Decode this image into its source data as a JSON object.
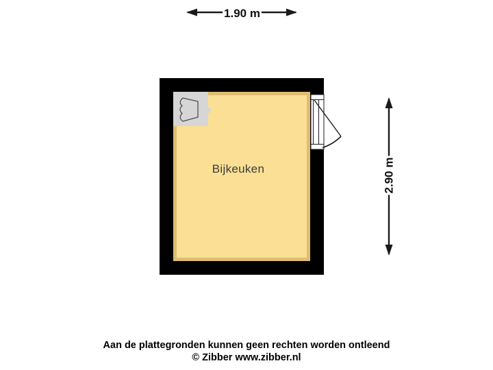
{
  "plan": {
    "room": {
      "label": "Bijkeuken"
    },
    "dimensions": {
      "width": {
        "label": "1.90 m"
      },
      "height": {
        "label": "2.90 m"
      }
    },
    "fixtures": [
      {
        "type": "sink",
        "position": "top-left"
      }
    ],
    "door": {
      "wall": "right",
      "swing": "outward"
    }
  },
  "footer": {
    "disclaimer": "Aan de plattegronden kunnen geen rechten worden ontleend",
    "copyright": "© Zibber www.zibber.nl"
  },
  "colors": {
    "background": "#ffffff",
    "floor": "#fbdf94",
    "wall": "#000000",
    "fixture": "#d6d6d6",
    "line": "#1a1a1a"
  }
}
